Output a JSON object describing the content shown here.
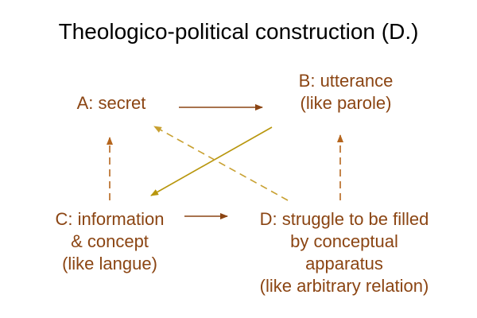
{
  "title": "Theologico-political construction (D.)",
  "colors": {
    "node_text": "#8b4513",
    "arrow_brown": "#8b4513",
    "arrow_gold": "#b8960c",
    "arrow_dashed_brown": "#b5651d",
    "arrow_dashed_gold": "#c8a030"
  },
  "nodes": {
    "a": {
      "lines": [
        "A: secret"
      ]
    },
    "b": {
      "lines": [
        "B: utterance",
        "(like parole)"
      ]
    },
    "c": {
      "lines": [
        "C: information",
        "& concept",
        "(like langue)"
      ]
    },
    "d": {
      "lines": [
        "D: struggle to be filled",
        "by conceptual",
        "apparatus",
        "(like arbitrary relation)"
      ]
    }
  },
  "edges": [
    {
      "from": "a",
      "to": "b",
      "style": "solid"
    },
    {
      "from": "b",
      "to": "c",
      "style": "solid"
    },
    {
      "from": "c",
      "to": "d",
      "style": "solid"
    },
    {
      "from": "d",
      "to": "a",
      "style": "dashed"
    },
    {
      "from": "c",
      "to": "a",
      "style": "dashed"
    },
    {
      "from": "d",
      "to": "b",
      "style": "dashed"
    }
  ]
}
